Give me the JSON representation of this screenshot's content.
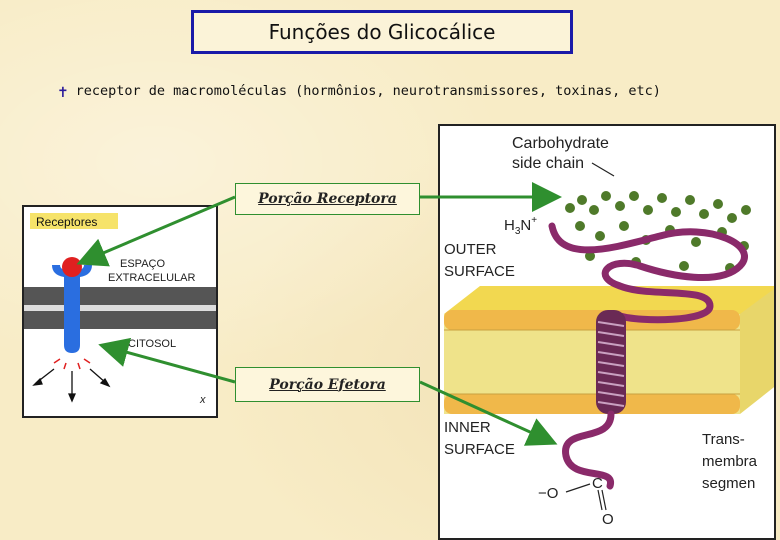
{
  "title": "Funções do Glicocálice",
  "bullet": {
    "symbol": "✝",
    "text": "receptor de macromoléculas (hormônios, neurotransmissores, toxinas, etc)"
  },
  "labels": {
    "receptora": "Porção Receptora",
    "efetora": "Porção Efetora"
  },
  "left_figure": {
    "tag": "Receptores",
    "espaco_line1": "ESPAÇO",
    "espaco_line2": "EXTRACELULAR",
    "citosol": "CITOSOL",
    "corner_mark": "x"
  },
  "right_figure": {
    "carb_line1": "Carbohydrate",
    "carb_line2": "side chain",
    "h3n": "H",
    "h3n_sub": "3",
    "h3n_rest": "N",
    "h3n_sup": "+",
    "outer_line1": "OUTER",
    "outer_line2": "SURFACE",
    "inner_line1": "INNER",
    "inner_line2": "SURFACE",
    "trans_line1": "Trans-",
    "trans_line2": "membra",
    "trans_line3": "segmen",
    "carboxyl_o": "O",
    "carboxyl_c": "C",
    "carboxyl_minus": "−O"
  },
  "colors": {
    "title_border": "#1a1aa8",
    "arrow_green": "#2f8f2f",
    "receptor_blue": "#2a6ee0",
    "ligand_red": "#e02020",
    "protein_purple": "#8a2a6a",
    "sugar_green": "#4f7a2a",
    "membrane_yellow": "#f2d850"
  }
}
